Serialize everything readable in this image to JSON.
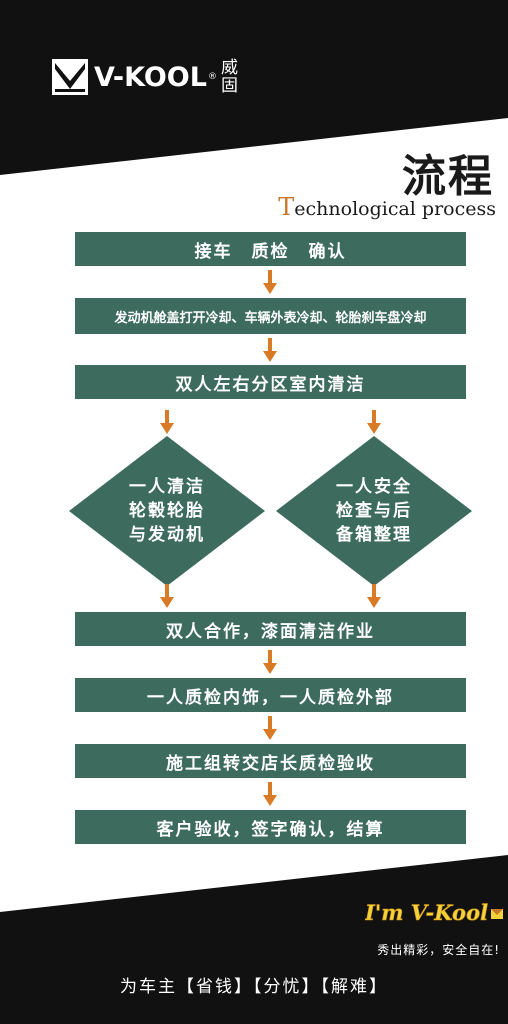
{
  "brand": {
    "name": "V-KOOL",
    "reg_mark": "®",
    "name_cn_1": "威",
    "name_cn_2": "固"
  },
  "header": {
    "title_cn": "流程",
    "title_en_first": "T",
    "title_en_rest": "echnological process"
  },
  "flow": {
    "step1": "接车　质检　确认",
    "step2": "发动机舱盖打开冷却、车辆外表冷却、轮胎刹车盘冷却",
    "step3": "双人左右分区室内清洁",
    "left_branch": [
      "一人清洁",
      "轮毂轮胎",
      "与发动机"
    ],
    "right_branch": [
      "一人安全",
      "检查与后",
      "备箱整理"
    ],
    "step4": "双人合作，漆面清洁作业",
    "step5": "一人质检内饰，一人质检外部",
    "step6": "施工组转交店长质检验收",
    "step7": "客户验收，签字确认，结算"
  },
  "slogan": {
    "mark": "I'm V-Kool",
    "tagline": "秀出精彩，安全自在!"
  },
  "footer": {
    "text": "为车主【省钱】【分忧】【解难】"
  },
  "colors": {
    "box": "#3d6b5d",
    "arrow": "#d97a26",
    "background_dark": "#111111",
    "accent_gold": "#c8772a"
  }
}
